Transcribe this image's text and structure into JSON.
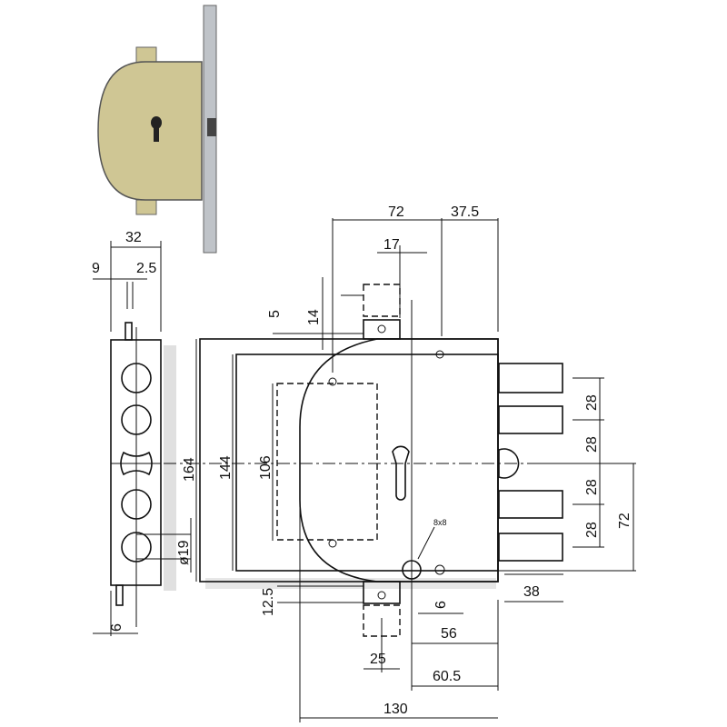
{
  "title": "Mortise lock technical drawing",
  "dimensions": {
    "top_width": "72",
    "top_offset": "37.5",
    "top_plate": "17",
    "side_width": "32",
    "side_left": "9",
    "side_right": "2.5",
    "plate_gap": "5",
    "plate_height": "14",
    "height_total": "164",
    "height_inner": "144",
    "height_cover": "106",
    "bolt_pitch_1": "28",
    "bolt_pitch_2": "28",
    "bolt_pitch_3": "28",
    "bolt_pitch_4": "28",
    "bolt_span": "72",
    "bolt_diameter": "ø19",
    "bottom_plate_gap": "12.5",
    "side_bottom": "6",
    "screw_width": "6",
    "spindle": "8x8",
    "backset": "56",
    "bottom_plate_width": "25",
    "spindle_to_face": "60.5",
    "body_width": "130",
    "bolt_throw": "38"
  },
  "colors": {
    "line": "#111111",
    "photo_body": "#c9c08a",
    "photo_faceplate": "#b8bcc2"
  }
}
